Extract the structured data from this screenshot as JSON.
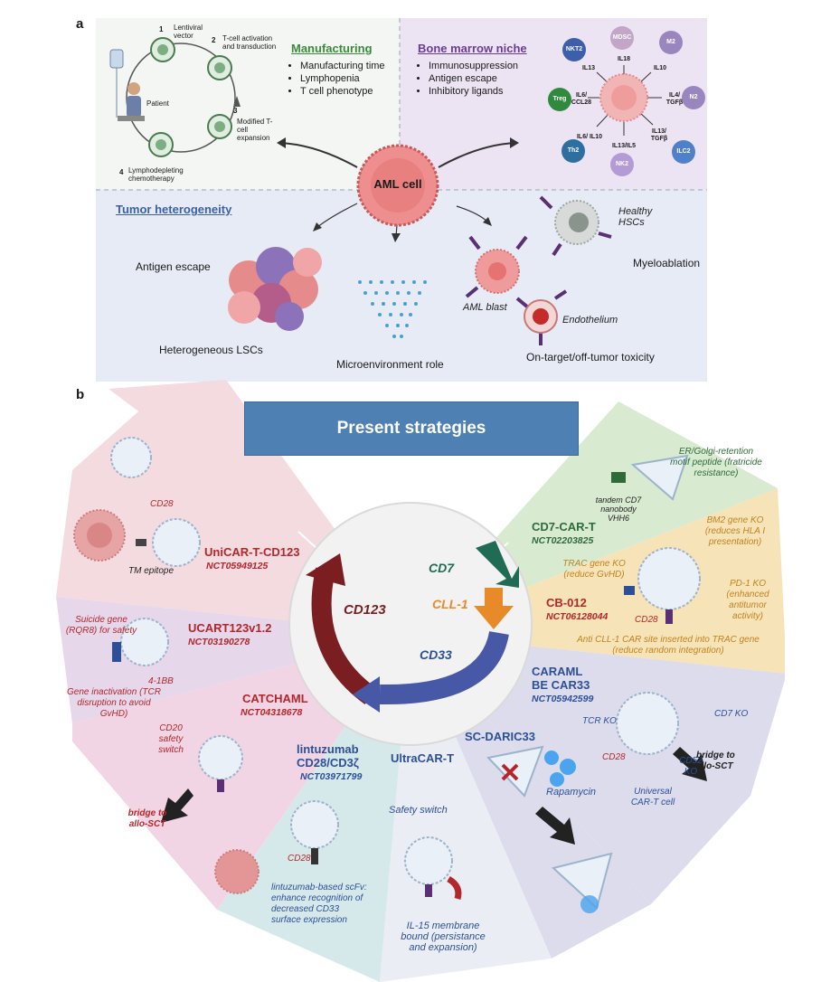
{
  "panel_a": {
    "letter": "a",
    "manufacturing": {
      "title": "Manufacturing",
      "bullets": [
        "Manufacturing time",
        "Lymphopenia",
        "T cell phenotype"
      ],
      "steps": [
        "Lentiviral vector",
        "T-cell activation and transduction",
        "Modified T-cell expansion",
        "Lymphodepleting chemotherapy"
      ],
      "step_numbers": [
        "1",
        "2",
        "3",
        "4"
      ],
      "patient": "Patient"
    },
    "niche": {
      "title": "Bone marrow niche",
      "bullets": [
        "Immunosuppression",
        "Antigen escape",
        "Inhibitory ligands"
      ],
      "cells": [
        "NKT2",
        "MDSC",
        "M2",
        "Treg",
        "N2",
        "Th2",
        "NK2",
        "ILC2"
      ],
      "cytokines": [
        "IL13",
        "IL18",
        "IL10",
        "IL6/ CCL28",
        "IL4/ TGFβ",
        "IL6/ IL10",
        "IL13/IL5",
        "IL13/ TGFβ"
      ]
    },
    "center": "AML cell",
    "heterogeneity": {
      "title": "Tumor heterogeneity",
      "antigen_escape": "Antigen escape",
      "lscs": "Heterogeneous LSCs",
      "microenvironment": "Microenvironment role",
      "healthy": "Healthy HSCs",
      "myeloablation": "Myeloablation",
      "aml_blast": "AML blast",
      "endothelium": "Endothelium",
      "toxicity": "On-target/off-tumor toxicity"
    }
  },
  "panel_b": {
    "letter": "b",
    "header": "Present strategies",
    "center_targets": {
      "cd123": "CD123",
      "cd7": "CD7",
      "cll1": "CLL-1",
      "cd33": "CD33"
    },
    "strategies": {
      "unicar": {
        "title": "UniCAR-T-CD123",
        "nct": "NCT05949125",
        "cd28": "CD28",
        "epitope": "TM epitope"
      },
      "ucart": {
        "title": "UCART123v1.2",
        "nct": "NCT03190278",
        "suicide": "Suicide gene (RQR8) for safety",
        "bb": "4-1BB",
        "gene": "Gene inactivation (TCR disruption to avoid GvHD)"
      },
      "catchaml": {
        "title": "CATCHAML",
        "nct": "NCT04318678",
        "cd20": "CD20 safety switch",
        "bridge": "bridge to allo-SCT"
      },
      "lintuzumab": {
        "title1": "lintuzumab",
        "title2": "CD28/CD3ζ",
        "nct": "NCT03971799",
        "cd28": "CD28",
        "note": "lintuzumab-based scFv: enhance recognition of decreased CD33 surface expression"
      },
      "ultracar": {
        "title": "UltraCAR-T",
        "safety": "Safety switch",
        "il15": "IL-15 membrane bound (persistance and expansion)"
      },
      "sc_daric": {
        "title": "SC-DARIC33",
        "rapamycin": "Rapamycin"
      },
      "caraml": {
        "title1": "CARAML",
        "title2": "BE CAR33",
        "nct": "NCT05942599",
        "cd7ko": "CD7 KO",
        "tcrko": "TCR KO",
        "cd28": "CD28",
        "cd52": "CD52 KO",
        "universal": "Universal CAR-T cell",
        "bridge": "bridge to allo-SCT"
      },
      "cb012": {
        "title": "CB-012",
        "nct": "NCT06128044",
        "bm2": "BM2 gene KO (reduces HLA I presentation)",
        "trac": "TRAC gene KO (reduce GvHD)",
        "pd1": "PD-1 KO (enhanced antitumor activity)",
        "cd28": "CD28",
        "anti": "Anti CLL-1 CAR site inserted into TRAC gene (reduce random integration)"
      },
      "cd7car": {
        "title": "CD7-CAR-T",
        "nct": "NCT02203825",
        "er": "ER/Golgi-retention motif peptide (fratricide resistance)",
        "tandem": "tandem CD7 nanobody VHH6"
      }
    }
  },
  "colors": {
    "panel_a_bg": "#e6ebf5",
    "manufacturing_green": "#3a8a3a",
    "niche_purple": "#6a3b96",
    "heterogeneity_blue": "#3b5fa8",
    "header_blue": "#4f80b3",
    "cd123_red": "#7a1e22",
    "cd7_green": "#1f6b54",
    "cll1_orange": "#e98a28",
    "cd33_blue": "#4759a6",
    "strategy_red": "#b3262b",
    "strategy_blue": "#2c4f96",
    "strategy_green": "#2d6b3a"
  }
}
